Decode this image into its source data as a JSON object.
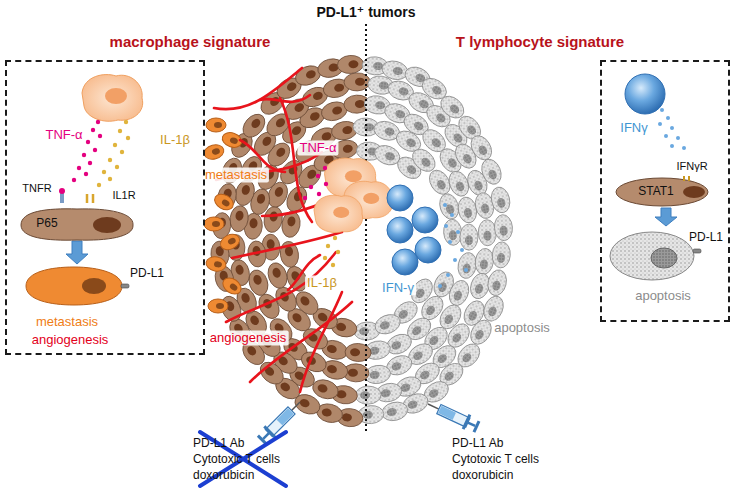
{
  "diagram": {
    "title": "PD-L1⁺ tumors",
    "nodes": [
      {
        "text": [
          "TNF-α",
          "IL-1β",
          "TNFR",
          "IL1R"
        ]
      },
      {
        "text": [
          "P65"
        ],
        "in": 0
      },
      {
        "text": [
          "PD-L1",
          "metastasis",
          "angiogenesis"
        ],
        "in": 0
      },
      {
        "text": [
          "IFNγ"
        ]
      },
      {
        "text": [
          "IFNγR",
          "STAT1"
        ],
        "in": 3
      },
      {
        "text": [
          "PD-L1",
          "apoptosis"
        ],
        "in": 3
      }
    ],
    "edges": [
      {
        "from": 1,
        "to": 2,
        "arrow": "to"
      },
      {
        "from": 4,
        "to": 5,
        "arrow": "to"
      }
    ],
    "labels": [
      "macrophage signature",
      "T lymphocyte signature",
      "metastasis",
      "TNF-α",
      "IL-1β",
      "angiogenesis",
      "IFN-γ",
      "apoptosis",
      "PD-L1 Ab",
      "Cytotoxic T cells",
      "doxorubicin",
      "PD-L1 Ab",
      "Cytotoxic T cells",
      "doxorubicin"
    ]
  }
}
